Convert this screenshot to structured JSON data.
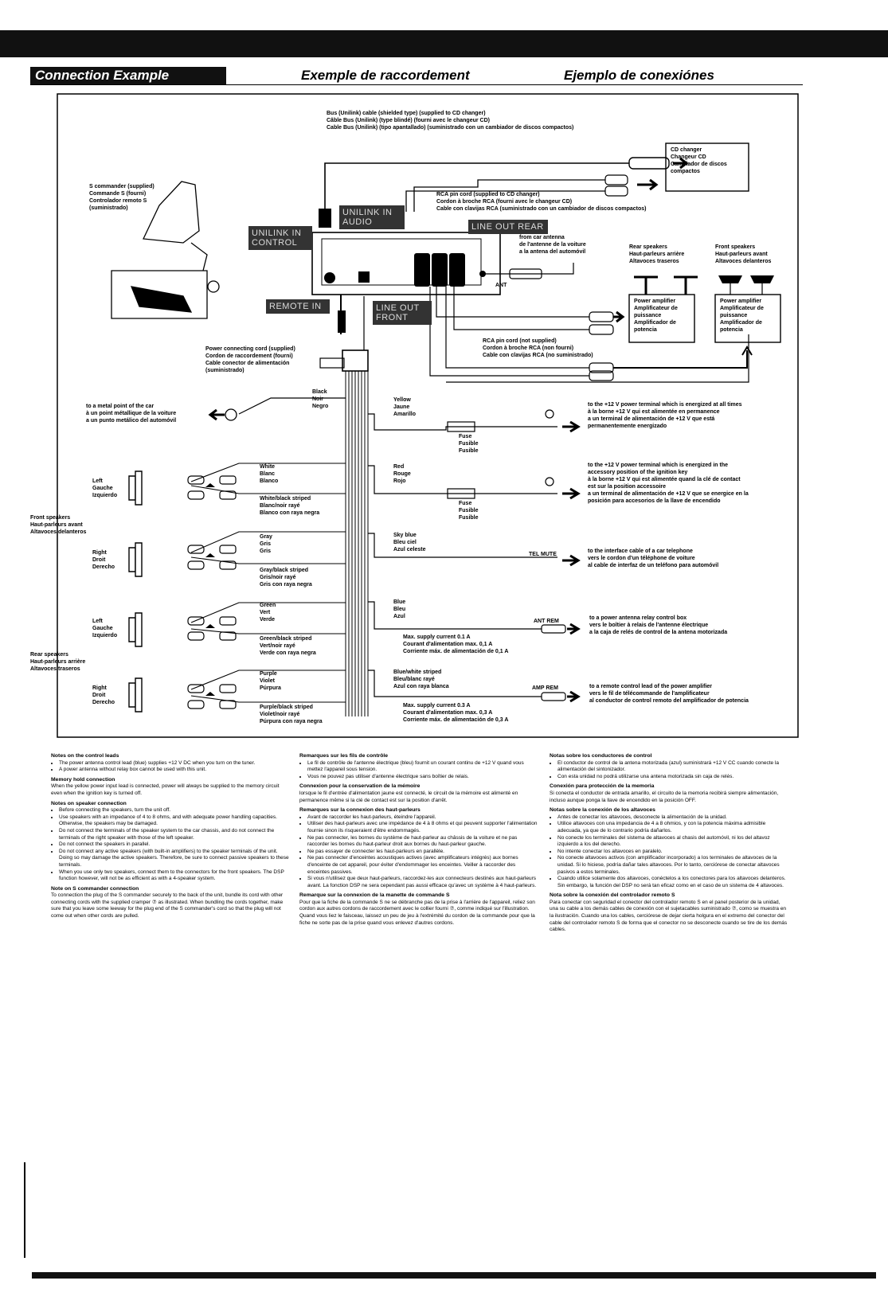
{
  "headings": [
    "Connection Example",
    "Exemple de raccordement",
    "Ejemplo de conexiónes"
  ],
  "labels": {
    "bus_cable": [
      "Bus (Unilink) cable (shielded type) (supplied to CD changer)",
      "Câble Bus (Unilink) (type blindé) (fourni avec le changeur CD)",
      "Cable Bus (Unilink) (tipo apantallado) (suministrado con un cambiador de discos compactos)"
    ],
    "cd_changer": [
      "CD changer",
      "Changeur CD",
      "Cambiador de discos",
      "compactos"
    ],
    "s_commander": [
      "S commander (supplied)",
      "Commande S (fourni)",
      "Controlador remoto S",
      "(suministrado)"
    ],
    "rca_changer": [
      "RCA pin cord (supplied to CD changer)",
      "Cordon à broche RCA (fourni avec le changeur CD)",
      "Cable con clavijas RCA (suministrado con un cambiador de discos compactos)"
    ],
    "car_antenna": [
      "from car antenna",
      "de l'antenne de la voiture",
      "a la antena del automóvil"
    ],
    "ant": "ANT",
    "rear_speakers_top": [
      "Rear speakers",
      "Haut-parleurs arrière",
      "Altavoces traseros"
    ],
    "front_speakers_top": [
      "Front speakers",
      "Haut-parleurs avant",
      "Altavoces delanteros"
    ],
    "power_amp_1": [
      "Power amplifier",
      "Amplificateur de",
      "puissance",
      "Amplificador de",
      "potencia"
    ],
    "power_amp_2": [
      "Power amplifier",
      "Amplificateur de",
      "puissance",
      "Amplificador de",
      "potencia"
    ],
    "rca_not_supplied": [
      "RCA pin cord (not supplied)",
      "Cordon à broche RCA (non fourni)",
      "Cable con clavijas RCA (no suministrado)"
    ],
    "power_cord": [
      "Power connecting cord (supplied)",
      "Cordon de raccordement (fourni)",
      "Cable conector de alimentación",
      "(suministrado)"
    ],
    "metal_point": [
      "to a metal point of the car",
      "à un point métallique de la voiture",
      "a un punto metálico del automóvil"
    ],
    "black": [
      "Black",
      "Noir",
      "Negro"
    ],
    "yellow": [
      "Yellow",
      "Jaune",
      "Amarillo"
    ],
    "fuse1": [
      "Fuse",
      "Fusible",
      "Fusible"
    ],
    "fuse2": [
      "Fuse",
      "Fusible",
      "Fusible"
    ],
    "red": [
      "Red",
      "Rouge",
      "Rojo"
    ],
    "yellow_dest": [
      "to the +12 V power terminal which is energized at all times",
      "à la borne +12 V qui est alimentée en permanence",
      "a un terminal de alimentación de +12 V que está",
      "permanentemente energizado"
    ],
    "red_dest": [
      "to the +12 V power terminal which is energized in the",
      "accessory position of the ignition key",
      "à la borne +12 V qui est alimentée quand la clé de contact",
      "est sur la position accessoire",
      "a un terminal de alimentación de +12 V que se energice en la",
      "posición para accesorios de la llave de encendido"
    ],
    "skyblue": [
      "Sky blue",
      "Bleu ciel",
      "Azul celeste"
    ],
    "tel_mute": "TEL MUTE",
    "tel_dest": [
      "to the interface cable of a car telephone",
      "vers le cordon d'un téléphone de voiture",
      "al cable de interfaz de un teléfono para automóvil"
    ],
    "blue": [
      "Blue",
      "Bleu",
      "Azul"
    ],
    "ant_rem": "ANT REM",
    "ant_rem_dest": [
      "to a power antenna relay control box",
      "vers le boîtier à relais de l'antenne électrique",
      "a la caja de relés de control de la antena motorizada"
    ],
    "blue_current": [
      "Max. supply current 0.1 A",
      "Courant d'alimentation max. 0,1 A",
      "Corriente máx. de alimentación de 0,1 A"
    ],
    "bluewhite": [
      "Blue/white striped",
      "Bleu/blanc rayé",
      "Azul con raya blanca"
    ],
    "amp_rem": "AMP REM",
    "amp_rem_dest": [
      "to a remote control lead of the power amplifier",
      "vers le fil de télécommande de l'amplificateur",
      "al conductor de control remoto del amplificador de potencia"
    ],
    "bw_current": [
      "Max. supply current 0.3 A",
      "Courant d'alimentation max. 0,3 A",
      "Corriente máx. de alimentación de 0,3 A"
    ],
    "white": [
      "White",
      "Blanc",
      "Blanco"
    ],
    "white_striped": [
      "White/black striped",
      "Blanc/noir rayé",
      "Blanco con raya negra"
    ],
    "gray": [
      "Gray",
      "Gris",
      "Gris"
    ],
    "gray_striped": [
      "Gray/black striped",
      "Gris/noir rayé",
      "Gris con raya negra"
    ],
    "green": [
      "Green",
      "Vert",
      "Verde"
    ],
    "green_striped": [
      "Green/black striped",
      "Vert/noir rayé",
      "Verde con raya negra"
    ],
    "purple": [
      "Purple",
      "Violet",
      "Púrpura"
    ],
    "purple_striped": [
      "Purple/black striped",
      "Violet/noir rayé",
      "Púrpura con raya negra"
    ],
    "left1": [
      "Left",
      "Gauche",
      "Izquierdo"
    ],
    "right1": [
      "Right",
      "Droit",
      "Derecho"
    ],
    "left2": [
      "Left",
      "Gauche",
      "Izquierdo"
    ],
    "right2": [
      "Right",
      "Droit",
      "Derecho"
    ],
    "front_speakers_side": [
      "Front speakers",
      "Haut-parleurs avant",
      "Altavoces delanteros"
    ],
    "rear_speakers_side": [
      "Rear speakers",
      "Haut-parleurs arrière",
      "Altavoces traseros"
    ]
  },
  "tags": {
    "unilink_audio": "UNILINK IN\nAUDIO",
    "unilink_control": "UNILINK IN\nCONTROL",
    "line_out_rear": "LINE OUT REAR",
    "remote_in": "REMOTE IN",
    "line_out_front": "LINE OUT\nFRONT"
  },
  "notes": {
    "en": [
      {
        "title": "Notes on the control leads",
        "bullets": [
          "The power antenna control lead (blue) supplies +12 V DC when you turn on the tuner.",
          "A power antenna without relay box cannot be used with this unit."
        ]
      },
      {
        "title": "Memory hold connection",
        "text": "When the yellow power input lead is connected, power will always be supplied to the memory circuit even when the ignition key is turned off."
      },
      {
        "title": "Notes on speaker connection",
        "bullets": [
          "Before connecting the speakers, turn the unit off.",
          "Use speakers with an impedance of 4 to 8 ohms, and with adequate power handling capacities. Otherwise, the speakers may be damaged.",
          "Do not connect the terminals of the speaker system to the car chassis, and do not connect the terminals of the right speaker with those of the left speaker.",
          "Do not connect the speakers in parallel.",
          "Do not connect any active speakers (with built-in amplifiers) to the speaker terminals of the unit. Doing so may damage the active speakers. Therefore, be sure to connect passive speakers to these terminals.",
          "When you use only two speakers, connect them to the connectors for the front speakers. The DSP function however, will not be as efficient as with a 4-speaker system."
        ]
      },
      {
        "title": "Note on S commander connection",
        "text": "To connection the plug of the S commander securely to the back of the unit, bundle its cord with other connecting cords with the supplied cramper ⑦ as illustrated. When bundling the cords together, make sure that you leave some leeway for the plug end of the S commander's cord so that the plug will not come out when other cords are pulled."
      }
    ],
    "fr": [
      {
        "title": "Remarques sur les fils de contrôle",
        "bullets": [
          "Le fil de contrôle de l'antenne électrique (bleu) fournit un courant continu de +12 V quand vous mettez l'appareil sous tension.",
          "Vous ne pouvez pas utiliser d'antenne électrique sans boîtier de relais."
        ]
      },
      {
        "title": "Connexion pour la conservation de la mémoire",
        "text": "lorsque le fil d'entrée d'alimentation jaune est connecté, le circuit de la mémoire est alimenté en permanence même si la clé de contact est sur la position d'arrêt."
      },
      {
        "title": "Remarques sur la connexion des haut-parleurs",
        "bullets": [
          "Avant de raccorder les haut-parleurs, éteindre l'appareil.",
          "Utiliser des haut-parleurs avec une impédance de 4 à 8 ohms et qui peuvent supporter l'alimentation fournie sinon ils risqueraient d'être endommagés.",
          "Ne pas connecter, les bornes du système de haut-parleur au châssis de la voiture et ne pas raccorder les bornes du haut-parleur droit aux bornes du haut-parleur gauche.",
          "Ne pas essayer de connecter les haut-parleurs en parallèle.",
          "Ne pas connecter d'enceintes acoustiques actives (avec amplificateurs intégrés) aux bornes d'enceinte de cet appareil, pour éviter d'endommager les enceintes. Veiller à raccorder des enceintes passives.",
          "Si vous n'utilisez que deux haut-parleurs, raccordez-les aux connecteurs destinés aux haut-parleurs avant. La fonction DSP ne sera cependant pas aussi efficace qu'avec un système à 4 haut-parleurs."
        ]
      },
      {
        "title": "Remarque sur la connexion de la manette de commande S",
        "text": "Pour que la fiche de la commande S ne se débranche pas de la prise à l'arrière de l'appareil, reliez son cordon aux autres cordons de raccordement avec le collier fourni ⑦, comme indiqué sur l'illustration. Quand vous liez le faisceau, laissez un peu de jeu à l'extrémité du cordon de la commande pour que la fiche ne sorte pas de la prise quand vous enlevez d'autres cordons."
      }
    ],
    "es": [
      {
        "title": "Notas sobre los conductores de control",
        "bullets": [
          "El conductor de control de la antena motorizada (azul) suministrará +12 V CC cuando conecte la alimentación del sintonizador.",
          "Con esta unidad no podrá utilizarse una antena motorizada sin caja de relés."
        ]
      },
      {
        "title": "Conexión para protección de la memoria",
        "text": "Si conecta el conductor de entrada amarillo, el circuito de la memoria recibirá siempre alimentación, incluso aunque ponga la llave de encendido en la posición OFF."
      },
      {
        "title": "Notas sobre la conexión de los altavoces",
        "bullets": [
          "Antes de conectar los altavoces, desconecte la alimentación de la unidad.",
          "Utilice altavoces con una impedancia de 4 a 8 ohmios, y con la potencia máxima admisible adecuada, ya que de lo contrario podría dañarlos.",
          "No conecte los terminales del sistema de altavoces al chasis del automóvil, ni los del altavoz izquierdo a los del derecho.",
          "No intente conectar los altavoces en paralelo.",
          "No conecte altavoces activos (con amplificador incorporado) a los terminales de altavoces de la unidad. Si lo hiciese, podría dañar tales altavoces. Por lo tanto, cerciórese de conectar altavoces pasivos a estos terminales.",
          "Cuando utilice solamente dos altavoces, conéctelos a los conectores para los altavoces delanteros. Sin embargo, la función del DSP no será tan eficaz como en el caso de un sistema de 4 altavoces."
        ]
      },
      {
        "title": "Nota sobre la conexión del controlador remoto S",
        "text": "Para conectar con seguridad el conector del controlador remoto S en el panel posterior de la unidad, una su cable a los demás cables de conexión con el sujetacables suministrado ⑦, como se muestra en la ilustración. Cuando una los cables, cerciórese de dejar cierta holgura en el extremo del conector del cable del controlador remoto S de forma que el conector no se desconecte cuando se tire de los demás cables."
      }
    ]
  }
}
